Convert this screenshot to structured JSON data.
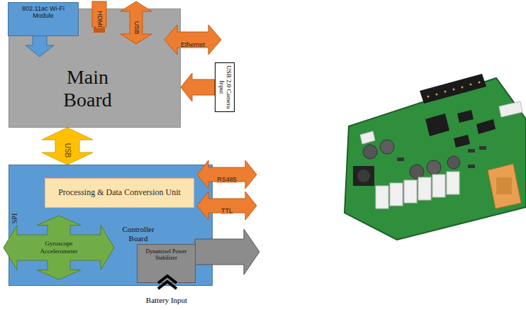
{
  "diagram": {
    "nodes": [
      {
        "text": [
          "Main Board"
        ]
      },
      {
        "text": [
          "802.11ac Wi-Fi Module"
        ],
        "in": 0
      },
      {
        "text": [
          "USB 2.0 Camera Input"
        ]
      },
      {
        "text": [
          "Controller Board"
        ]
      },
      {
        "text": [
          "Processing & Data Conversion Unit"
        ],
        "in": 3
      },
      {
        "text": [
          "Gyroscope Accelerometer"
        ],
        "in": 3
      },
      {
        "text": [
          "Dynamixel Power Stabilizer"
        ],
        "in": 3
      }
    ],
    "edges": [
      {
        "from": 0,
        "to": 3,
        "label": "USB",
        "arrow": "both"
      },
      {
        "from": 2,
        "to": 0,
        "arrow": "to"
      },
      {
        "from": 5,
        "to": 4,
        "label": "SPI",
        "arrow": "to"
      }
    ],
    "labels": [
      "HDMI",
      "USB",
      "Ethernet",
      "RS485",
      "TTL",
      "Battery Input"
    ]
  }
}
